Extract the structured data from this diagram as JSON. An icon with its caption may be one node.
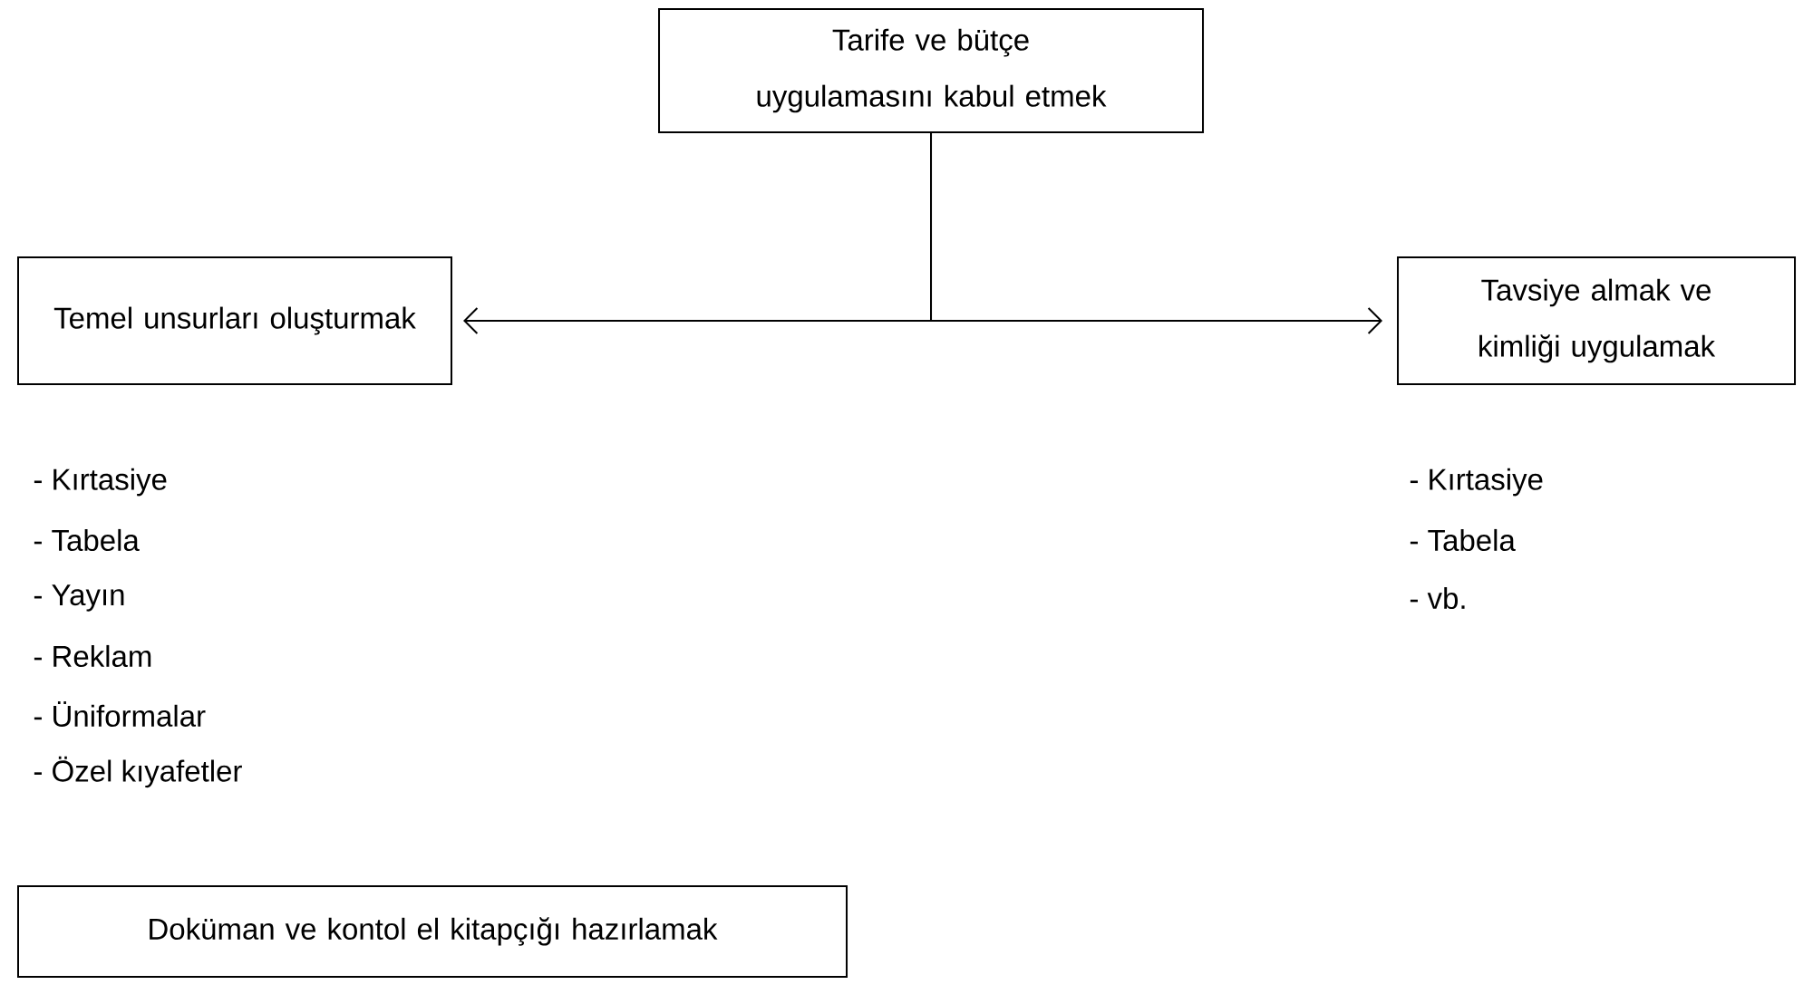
{
  "diagram": {
    "nodes": [
      {
        "text": [
          "Tarife ve bütçe uygulamasını kabul etmek"
        ]
      },
      {
        "text": [
          "Temel unsurları oluşturmak"
        ]
      },
      {
        "text": [
          "Tavsiye almak ve kimliği uygulamak"
        ]
      },
      {
        "text": [
          "Doküman ve kontol el kitapçığı hazırlamak"
        ]
      }
    ],
    "edges": [
      {
        "from": 0,
        "to": 1,
        "arrow": "to"
      },
      {
        "from": 0,
        "to": 2,
        "arrow": "to"
      }
    ],
    "labels": [
      "- Kırtasiye",
      "- Tabela",
      "- Yayın",
      "- Reklam",
      "- Üniformalar",
      "- Özel kıyafetler",
      "- Kırtasiye",
      "- Tabela",
      "- vb."
    ]
  }
}
